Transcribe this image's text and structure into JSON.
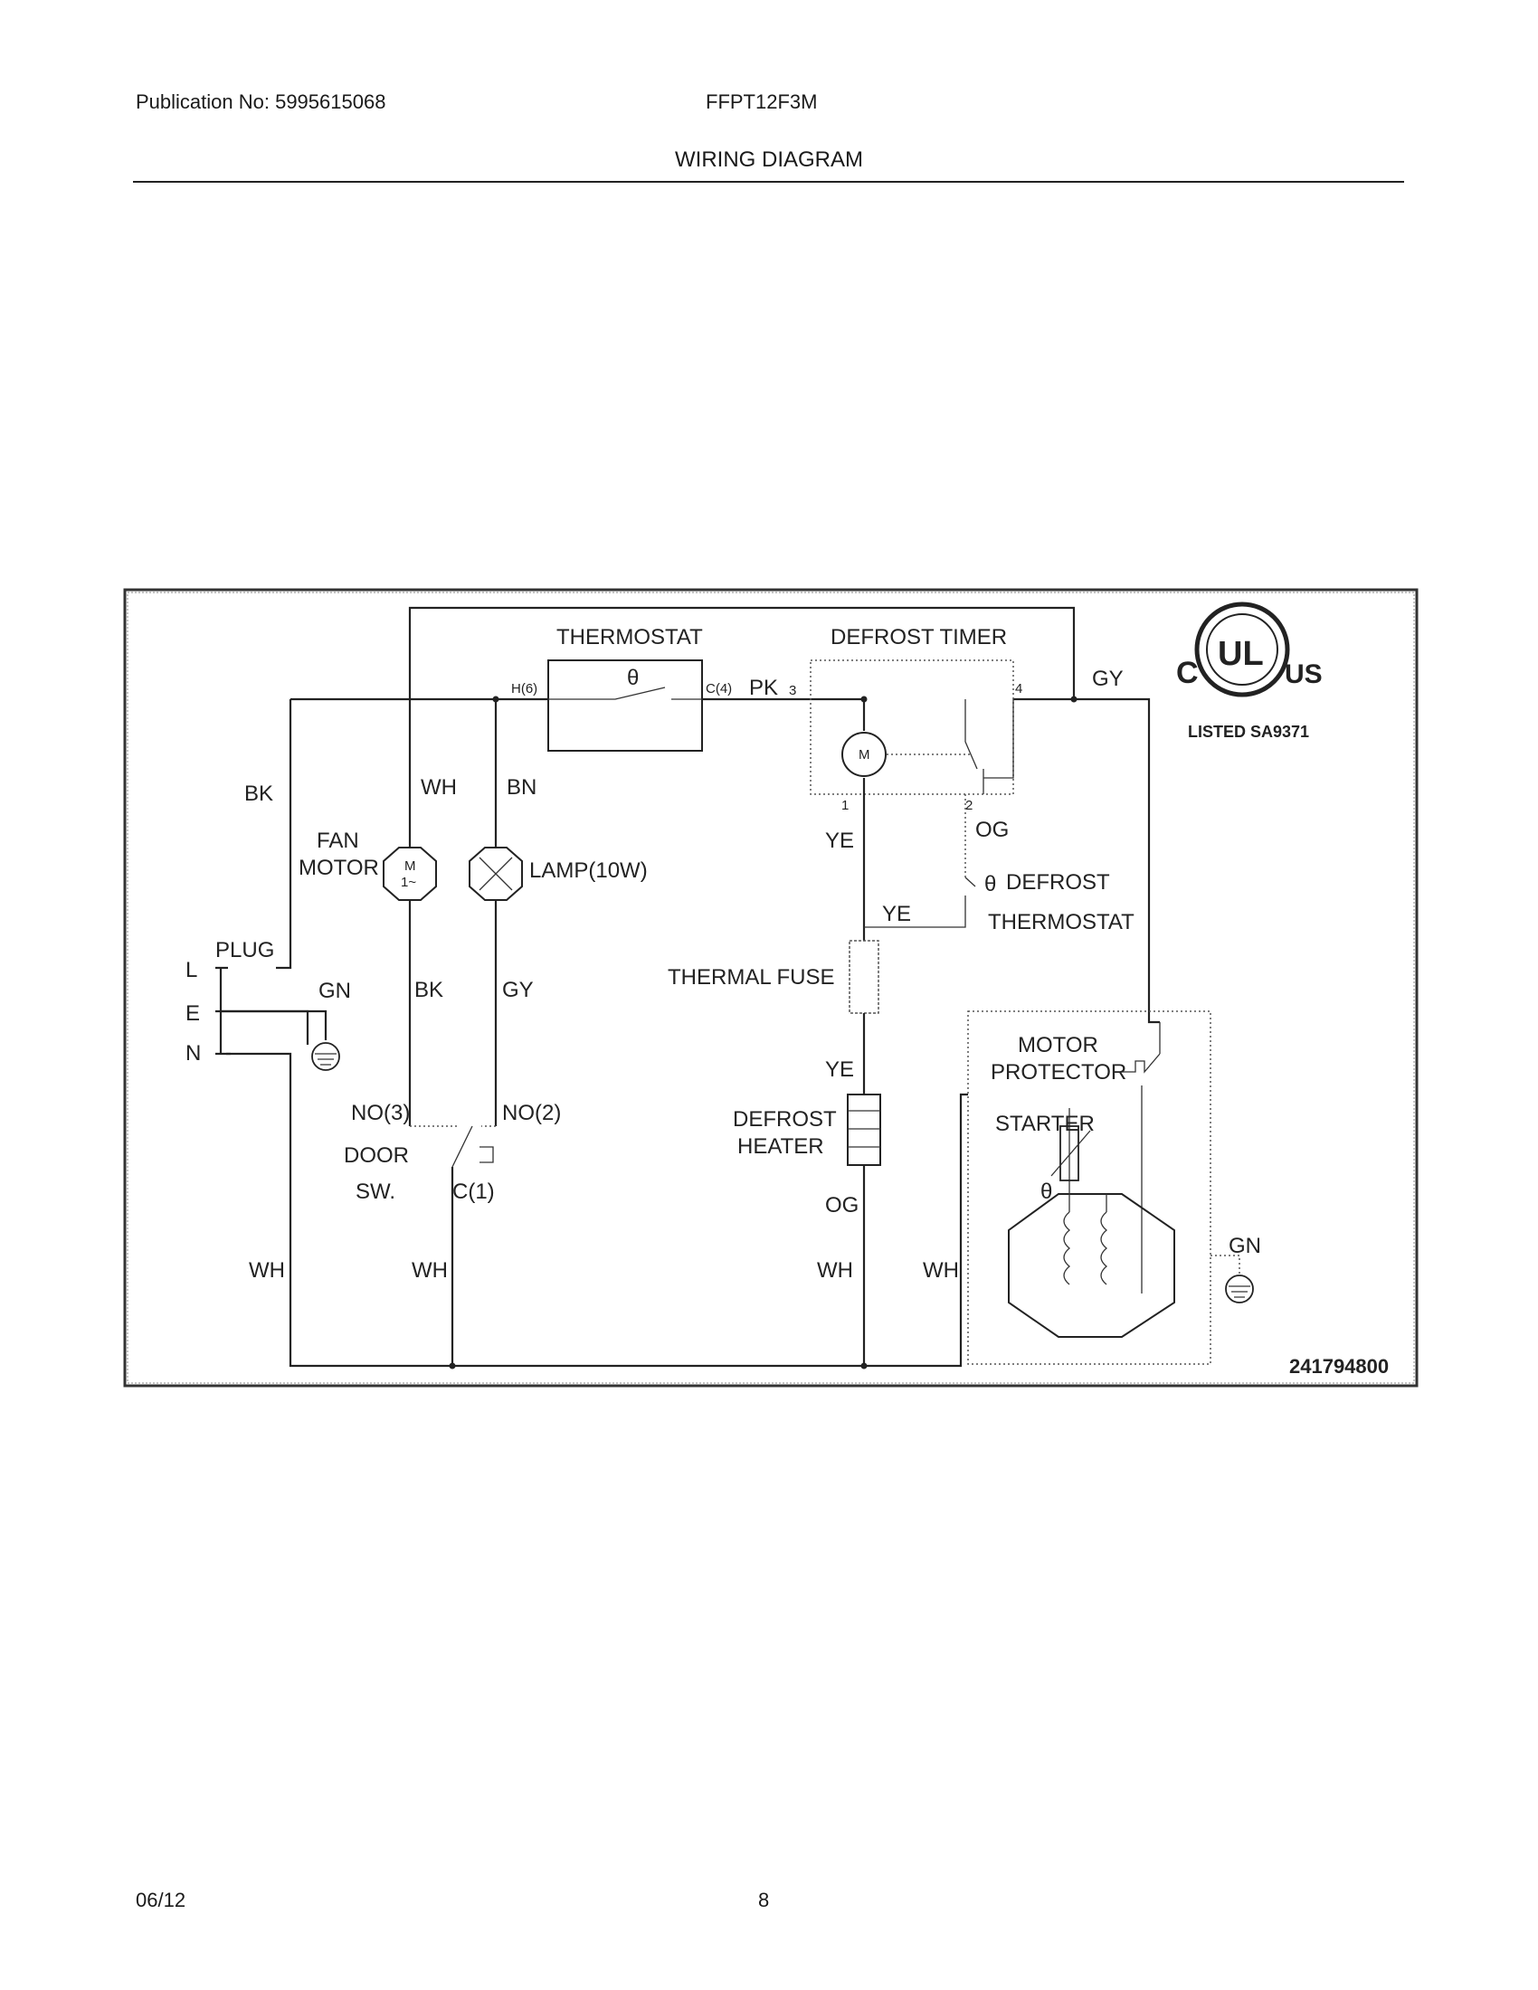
{
  "header": {
    "publication": "Publication No: 5995615068",
    "model": "FFPT12F3M",
    "title": "WIRING DIAGRAM"
  },
  "footer": {
    "date": "06/12",
    "page": "8"
  },
  "diagram": {
    "components": {
      "thermostat": "THERMOSTAT",
      "defrost_timer": "DEFROST TIMER",
      "fan_motor_1": "FAN",
      "fan_motor_2": "MOTOR",
      "lamp": "LAMP(10W)",
      "plug": "PLUG",
      "thermal_fuse": "THERMAL FUSE",
      "defrost_heater_1": "DEFROST",
      "defrost_heater_2": "HEATER",
      "defrost_thermostat_1": "DEFROST",
      "defrost_thermostat_2": "THERMOSTAT",
      "motor_protector_1": "MOTOR",
      "motor_protector_2": "PROTECTOR",
      "starter": "STARTER",
      "door_switch_1": "DOOR",
      "door_switch_2": "SW."
    },
    "terminals": {
      "thermostat_h": "H(6)",
      "thermostat_c": "C(4)",
      "timer_3": "3",
      "timer_4": "4",
      "timer_1": "1",
      "timer_2": "2",
      "door_no3": "NO(3)",
      "door_no2": "NO(2)",
      "door_c1": "C(1)",
      "plug_l": "L",
      "plug_e": "E",
      "plug_n": "N",
      "motor_symbol": "M",
      "fan_motor_symbol": "M",
      "fan_motor_phase": "1~",
      "theta": "θ"
    },
    "wires": {
      "bk_left": "BK",
      "wh_fan": "WH",
      "bn_lamp": "BN",
      "pk": "PK",
      "gy_top": "GY",
      "ye_1": "YE",
      "og": "OG",
      "ye_2": "YE",
      "ye_3": "YE",
      "og_heater": "OG",
      "gn_plug": "GN",
      "bk_fan": "BK",
      "gy_lamp": "GY",
      "wh_1": "WH",
      "wh_2": "WH",
      "wh_3": "WH",
      "wh_4": "WH",
      "gn_compressor": "GN"
    },
    "certification": {
      "c": "C",
      "ul": "UL",
      "us": "US",
      "listed": "LISTED  SA9371"
    },
    "part_number": "241794800"
  }
}
